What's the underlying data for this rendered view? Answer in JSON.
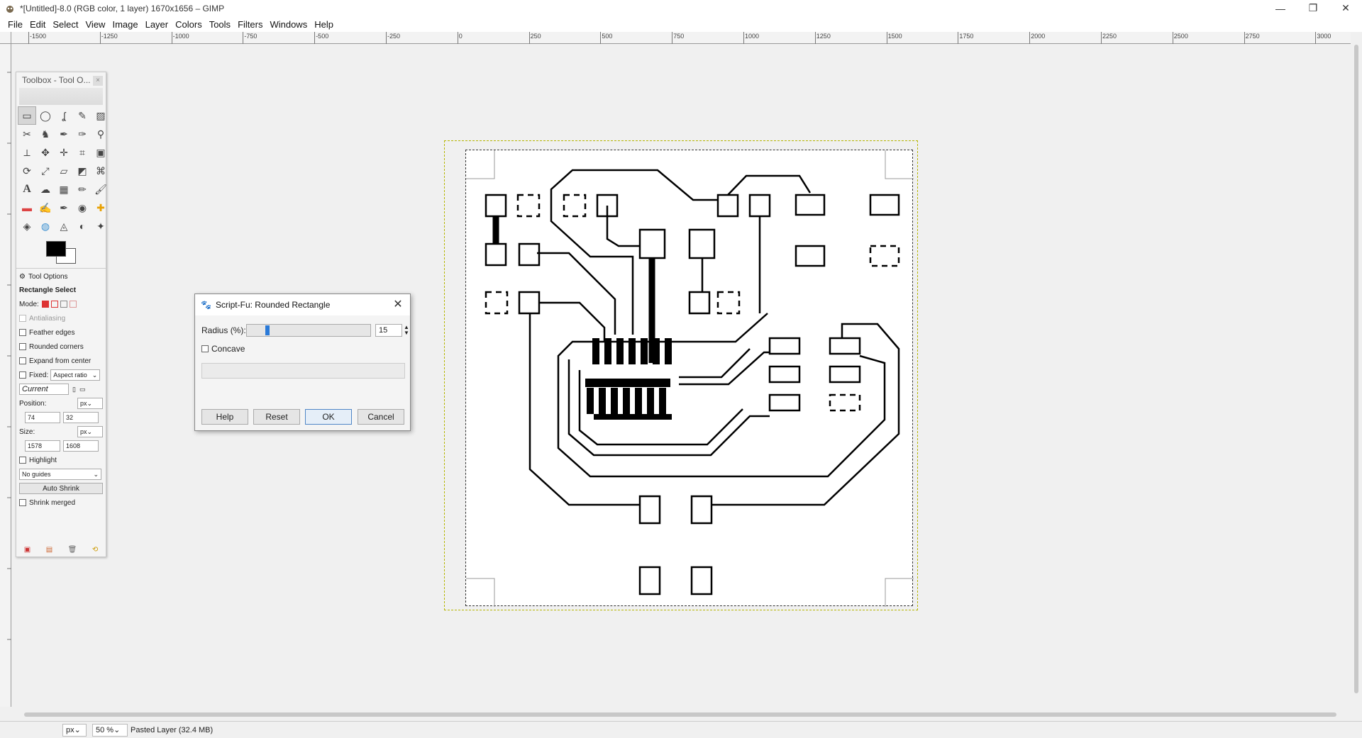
{
  "window": {
    "title": "*[Untitled]-8.0 (RGB color, 1 layer) 1670x1656 – GIMP",
    "minimize": "—",
    "restore": "❐",
    "close": "✕"
  },
  "menu": [
    "File",
    "Edit",
    "Select",
    "View",
    "Image",
    "Layer",
    "Colors",
    "Tools",
    "Filters",
    "Windows",
    "Help"
  ],
  "ruler": {
    "h_labels": [
      "-1500",
      "-1250",
      "-1000",
      "-750",
      "-500",
      "-250",
      "0",
      "250",
      "500",
      "750",
      "1000",
      "1250",
      "1500",
      "1750",
      "2000",
      "2250",
      "2500",
      "2750",
      "3000"
    ]
  },
  "toolbox": {
    "title": "Toolbox - Tool O...",
    "close": "×",
    "tools": [
      "rect-select",
      "ellipse-select",
      "free-select",
      "fuzzy-select",
      "select-by-color",
      "scissors",
      "foreground-select",
      "paths",
      "color-picker",
      "zoom",
      "measure",
      "move",
      "align",
      "crop",
      "unified-transform",
      "rotate",
      "scale",
      "shear",
      "perspective",
      "warp",
      "text",
      "smudge",
      "gradient",
      "pencil",
      "paintbrush",
      "eraser",
      "airbrush",
      "ink",
      "clone",
      "heal",
      "perspective-clone",
      "dodge",
      "blur",
      "bucket-fill",
      "mypaint"
    ],
    "tool_glyphs": [
      "▭",
      "◯",
      "ʆ",
      "✎",
      "▨",
      "✂",
      "♞",
      "✒",
      "✑",
      "⚲",
      "⟂",
      "✥",
      "✛",
      "⌗",
      "▣",
      "⟳",
      "⤢",
      "▱",
      "◩",
      "⌘",
      "A",
      "☁",
      "▦",
      "✏",
      "🖌",
      "▬",
      "✍",
      "✒",
      "◉",
      "✚",
      "◈",
      "◍",
      "◬",
      "◐",
      "✦"
    ]
  },
  "tool_options": {
    "tab_label": "Tool Options",
    "tool_name": "Rectangle Select",
    "mode_label": "Mode:",
    "antialiasing": "Antialiasing",
    "feather_edges": "Feather edges",
    "rounded_corners": "Rounded corners",
    "expand_from_center": "Expand from center",
    "fixed_label": "Fixed:",
    "fixed_value": "Aspect ratio",
    "current_value": "Current",
    "position_label": "Position:",
    "position_unit": "px",
    "position_x": "74",
    "position_y": "32",
    "size_label": "Size:",
    "size_unit": "px",
    "size_w": "1578",
    "size_h": "1608",
    "highlight": "Highlight",
    "guides_value": "No guides",
    "auto_shrink": "Auto Shrink",
    "shrink_merged": "Shrink merged"
  },
  "dialog": {
    "title": "Script-Fu: Rounded Rectangle",
    "radius_label": "Radius (%):",
    "radius_value": "15",
    "radius_fraction": 0.15,
    "concave_label": "Concave",
    "help_button": "Help",
    "reset_button": "Reset",
    "ok_button": "OK",
    "cancel_button": "Cancel",
    "close": "✕"
  },
  "statusbar": {
    "unit": "px",
    "zoom": "50 %",
    "layer_info": "Pasted Layer (32.4 MB)"
  }
}
